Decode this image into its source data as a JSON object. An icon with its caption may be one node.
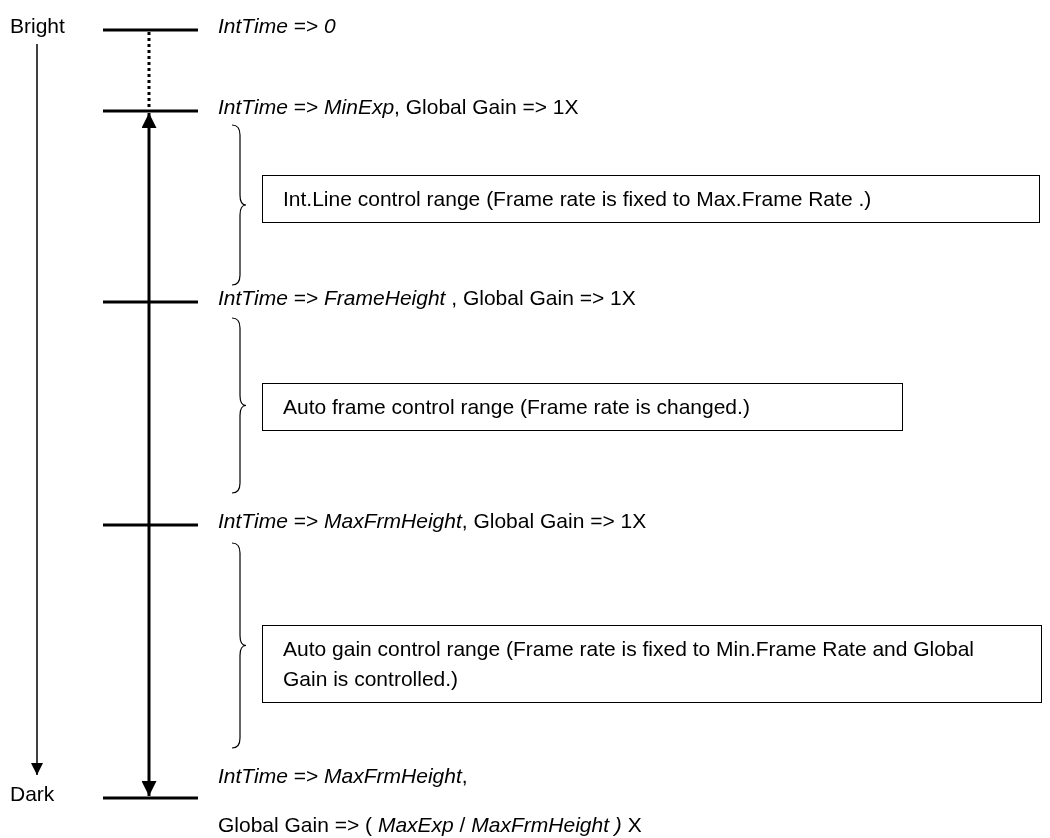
{
  "diagram": {
    "nodes": [
      {
        "text": [
          "Int.Line control range (Frame rate is fixed to Max.Frame Rate .)"
        ]
      },
      {
        "text": [
          "Auto frame control range (Frame rate is changed.)"
        ]
      },
      {
        "text": [
          "Auto gain control range (Frame rate is fixed to Min.Frame Rate and Global Gain is controlled.)"
        ]
      }
    ],
    "edges": [],
    "labels": [
      "Bright",
      "*IntTime* => *0*",
      "*IntTime* => *MinExp*, Global Gain => 1X",
      "*IntTime* => *FrameHeight* , Global Gain => 1X",
      "*IntTime* => *MaxFrmHeight*, Global Gain => 1X",
      "*IntTime* => *MaxFrmHeight*,",
      "Dark",
      "Global Gain => ( *MaxExp* / *MaxFrmHeight )* X"
    ]
  }
}
